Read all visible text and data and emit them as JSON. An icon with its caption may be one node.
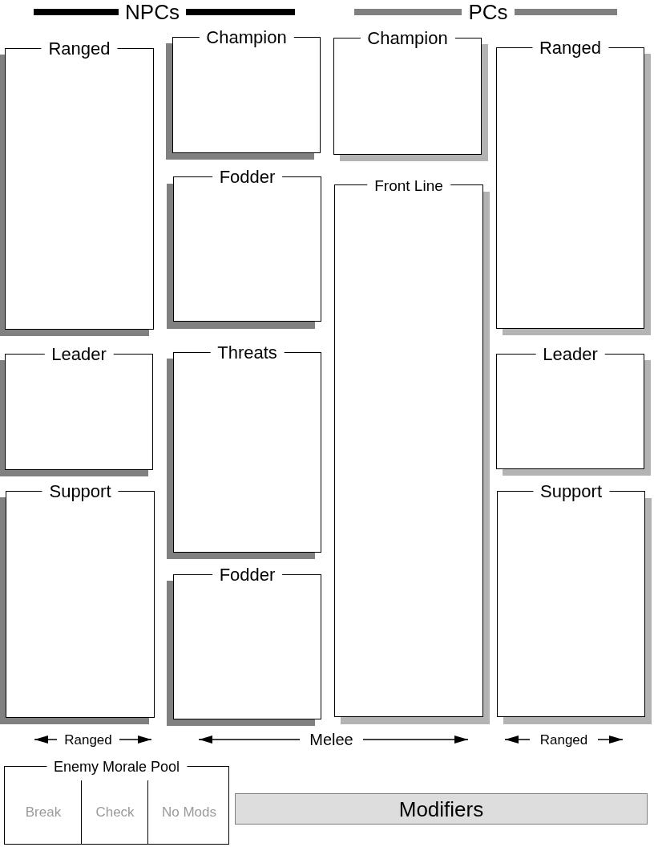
{
  "diagram": {
    "nodes": [
      {
        "text": [
          "Ranged"
        ]
      },
      {
        "text": [
          "Leader"
        ]
      },
      {
        "text": [
          "Support"
        ]
      },
      {
        "text": [
          "Champion"
        ]
      },
      {
        "text": [
          "Fodder"
        ]
      },
      {
        "text": [
          "Threats"
        ]
      },
      {
        "text": [
          "Fodder"
        ]
      },
      {
        "text": [
          "Champion"
        ]
      },
      {
        "text": [
          "Front Line"
        ]
      },
      {
        "text": [
          "Ranged"
        ]
      },
      {
        "text": [
          "Leader"
        ]
      },
      {
        "text": [
          "Support"
        ]
      },
      {
        "text": [
          "Enemy Morale Pool",
          "Break",
          "Check",
          "No Mods"
        ]
      },
      {
        "text": [
          "Modifiers"
        ]
      }
    ],
    "labels": [
      "NPCs",
      "PCs",
      "Ranged",
      "Melee",
      "Ranged"
    ]
  }
}
